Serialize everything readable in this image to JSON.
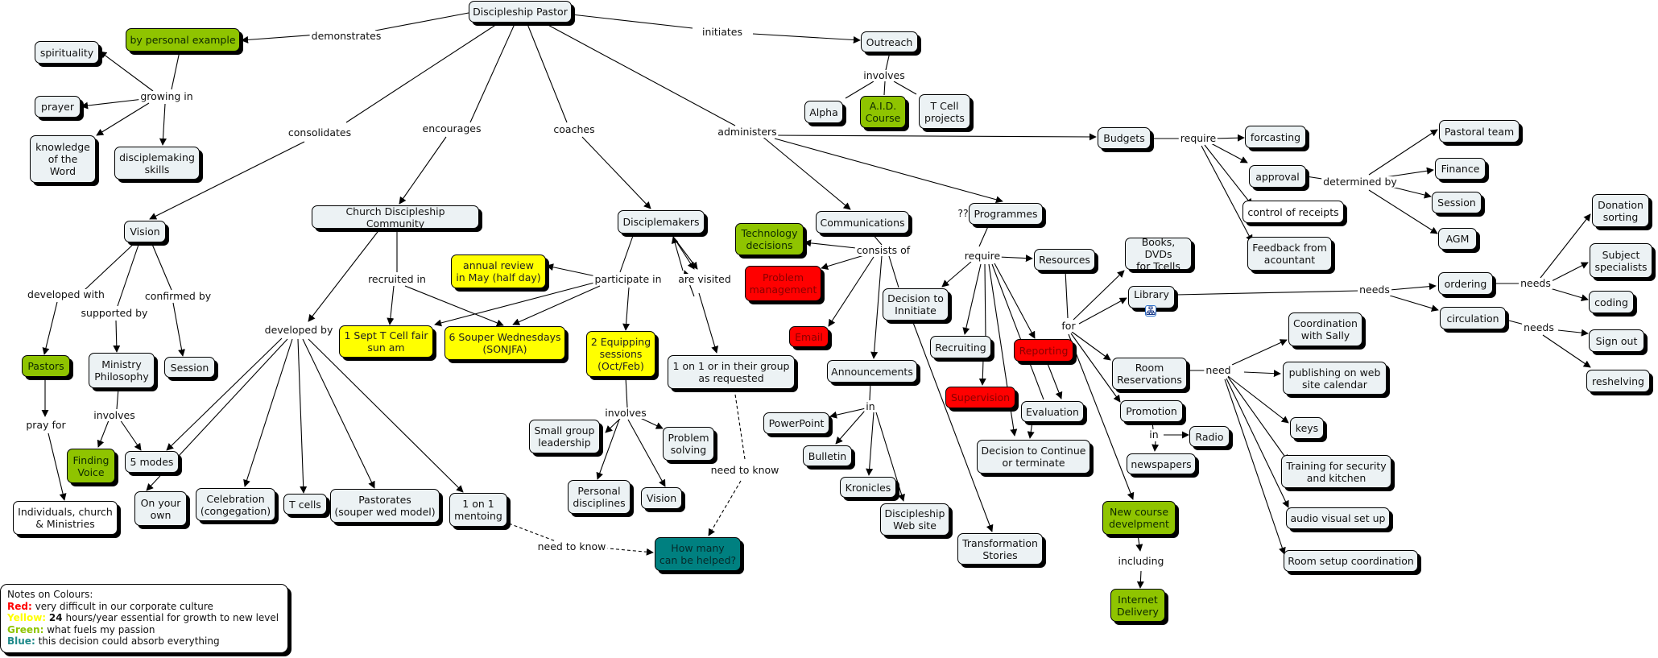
{
  "title": "Discipleship Pastor",
  "colors": {
    "default": "#ecf2f4",
    "white": "#ffffff",
    "green": "#8fc400",
    "yellow": "#ffff00",
    "red": "#ff0000",
    "teal": "#008080"
  },
  "nodes": {
    "pastor": "Discipleship Pastor",
    "example": "by personal example",
    "spirituality": "spirituality",
    "prayer": "prayer",
    "knowledge": "knowledge\nof the\nWord",
    "dmskills": "disciplemaking\nskills",
    "vision": "Vision",
    "cdc": "Church Discipleship Community",
    "disciplemakers": "Disciplemakers",
    "communications": "Communications",
    "outreach": "Outreach",
    "alpha": "Alpha",
    "aid": "A.I.D.\nCourse",
    "tcellproj": "T Cell\nprojects",
    "budgets": "Budgets",
    "forcasting": "forcasting",
    "approval": "approval",
    "receipts": "control of receipts",
    "feedback": "Feedback from\nacountant",
    "pastoralteam": "Pastoral team",
    "finance": "Finance",
    "session_r": "Session",
    "agm": "AGM",
    "donation": "Donation\nsorting",
    "subject": "Subject\nspecialists",
    "coding": "coding",
    "ordering": "ordering",
    "circulation": "circulation",
    "signout": "Sign out",
    "reshelving": "reshelving",
    "programmes": "Programmes",
    "techdec": "Technology\ndecisions",
    "problem": "Problem\nmanagement",
    "email": "Email",
    "decinit": "Decision to\nInnitiate",
    "resources": "Resources",
    "books": "Books, DVDs\nfor Tcells",
    "library": "Library",
    "recruiting": "Recruiting",
    "reporting": "Reporting",
    "supervision": "Supervision",
    "evaluation": "Evaluation",
    "deccont": "Decision to Continue\nor terminate",
    "announcements": "Announcements",
    "powerpoint": "PowerPoint",
    "bulletin": "Bulletin",
    "kronicles": "Kronicles",
    "website": "Discipleship\nWeb site",
    "transformation": "Transformation\nStories",
    "roomres": "Room\nReservations",
    "promotion": "Promotion",
    "radio": "Radio",
    "newspapers": "newspapers",
    "sally": "Coordination\nwith Sally",
    "publishing": "publishing on web\nsite calendar",
    "keys": "keys",
    "training": "Training for security\nand kitchen",
    "audio": "audio visual set up",
    "roomsetup": "Room setup coordination",
    "newcourse": "New course\ndevelpment",
    "internet": "Internet\nDelivery",
    "annual": "annual review\nin May (half day)",
    "sept": "1 Sept T Cell fair\nsun am",
    "souper": "6 Souper Wednesdays\n(SONJFA)",
    "equipping": "2 Equipping\nsessions\n(Oct/Feb)",
    "oneonone_group": "1 on 1 or in their group\nas requested",
    "smallgroup": "Small group\nleadership",
    "probsolve": "Problem\nsolving",
    "personal": "Personal\ndisciplines",
    "vision2": "Vision",
    "howmany": "How many\ncan be helped?",
    "pastors": "Pastors",
    "ministry": "Ministry\nPhilosophy",
    "session_l": "Session",
    "finding": "Finding\nVoice",
    "modes": "5 modes",
    "individuals": "Individuals, church\n& Ministries",
    "ownown": "On your\nown",
    "celebration": "Celebration\n(congegation)",
    "tcells": "T cells",
    "pastorates": "Pastorates\n(souper wed model)",
    "mentoing": "1 on 1\nmentoing"
  },
  "link_labels": {
    "demonstrates": "demonstrates",
    "initiates": "initiates",
    "growing_in": "growing in",
    "consolidates": "consolidates",
    "encourages": "encourages",
    "coaches": "coaches",
    "administers": "administers",
    "involves_outreach": "involves",
    "require_budgets": "require",
    "determined_by": "determined by",
    "needs_library": "needs",
    "needs_ordering": "needs",
    "needs_circulation": "needs",
    "consists_of": "consists of",
    "qq": "??",
    "require_prog": "require",
    "for": "for",
    "in_announce": "in",
    "need_room": "need",
    "in_promo": "in",
    "including": "including",
    "participate_in": "participate in",
    "are_visited": "are visited",
    "recruited_in": "recruited in",
    "developed_by": "developed by",
    "involves_equip": "involves",
    "need_to_know_1": "need to know",
    "need_to_know_2": "need to know",
    "developed_with": "developed with",
    "supported_by": "supported by",
    "confirmed_by": "confirmed by",
    "involves_ministry": "involves",
    "pray_for": "pray for"
  },
  "legend": {
    "title": "Notes on Colours:",
    "items": [
      {
        "key": "Red:",
        "text": " very difficult in our corporate culture",
        "color": "#ff0000"
      },
      {
        "key": "Yellow:",
        "bold": "24",
        "text": " hours/year essential for growth to new level",
        "color": "#ffff00"
      },
      {
        "key": "Green:",
        "text": " what fuels my passion",
        "color": "#8fc400"
      },
      {
        "key": "Blue:",
        "text": " this decision could absorb everything",
        "color": "#1f8a8a"
      }
    ]
  },
  "icons": {
    "library_submap": "concept-map-submap-icon"
  }
}
